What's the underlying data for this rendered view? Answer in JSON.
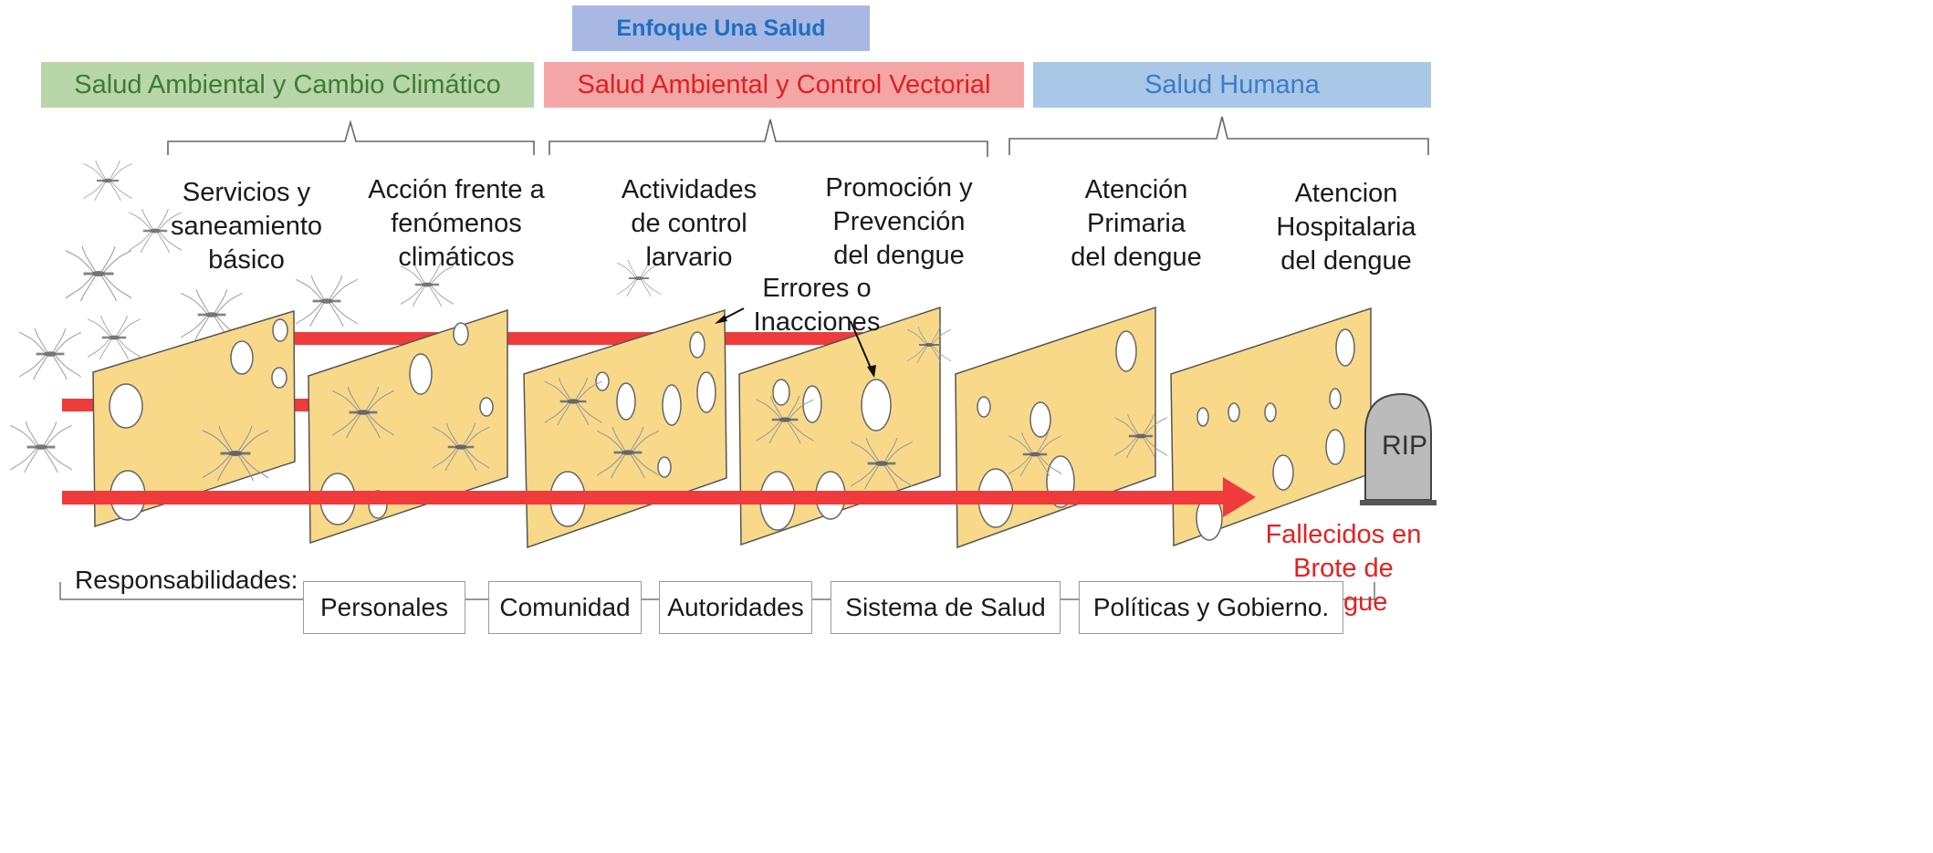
{
  "header": {
    "title": "Enfoque Una Salud",
    "title_color": "#1f6fc2",
    "title_bg": "#a9b8e3"
  },
  "bands": [
    {
      "label": "Salud Ambiental y Cambio Climático",
      "bg": "#b7d7a8",
      "color": "#3f7a35"
    },
    {
      "label": "Salud Ambiental y Control Vectorial",
      "bg": "#f4a6a6",
      "color": "#e02020"
    },
    {
      "label": "Salud Humana",
      "bg": "#a9c8e8",
      "color": "#3d7bc8"
    }
  ],
  "layers": [
    {
      "label": "Servicios y\nsaneamiento\nbásico"
    },
    {
      "label": "Acción frente a\nfenómenos\nclimáticos"
    },
    {
      "label": "Actividades\nde control\nlarvario"
    },
    {
      "label": "Promoción y\nPrevención\ndel dengue"
    },
    {
      "label": "Atención\nPrimaria\ndel dengue"
    },
    {
      "label": "Atencion\nHospitalaria\ndel dengue"
    }
  ],
  "annotations": {
    "errors": "Errores o\nInacciones",
    "outcome": "Fallecidos en\nBrote de dengue",
    "outcome_color": "#e52020",
    "tombstone_text": "RIP"
  },
  "responsibilities": {
    "label": "Responsabilidades:",
    "items": [
      "Personales",
      "Comunidad",
      "Autoridades",
      "Sistema de Salud",
      "Políticas y Gobierno."
    ]
  },
  "colors": {
    "slice_fill": "#f8d98a",
    "slice_stroke": "#555555",
    "arrow": "#ef3b3b"
  }
}
